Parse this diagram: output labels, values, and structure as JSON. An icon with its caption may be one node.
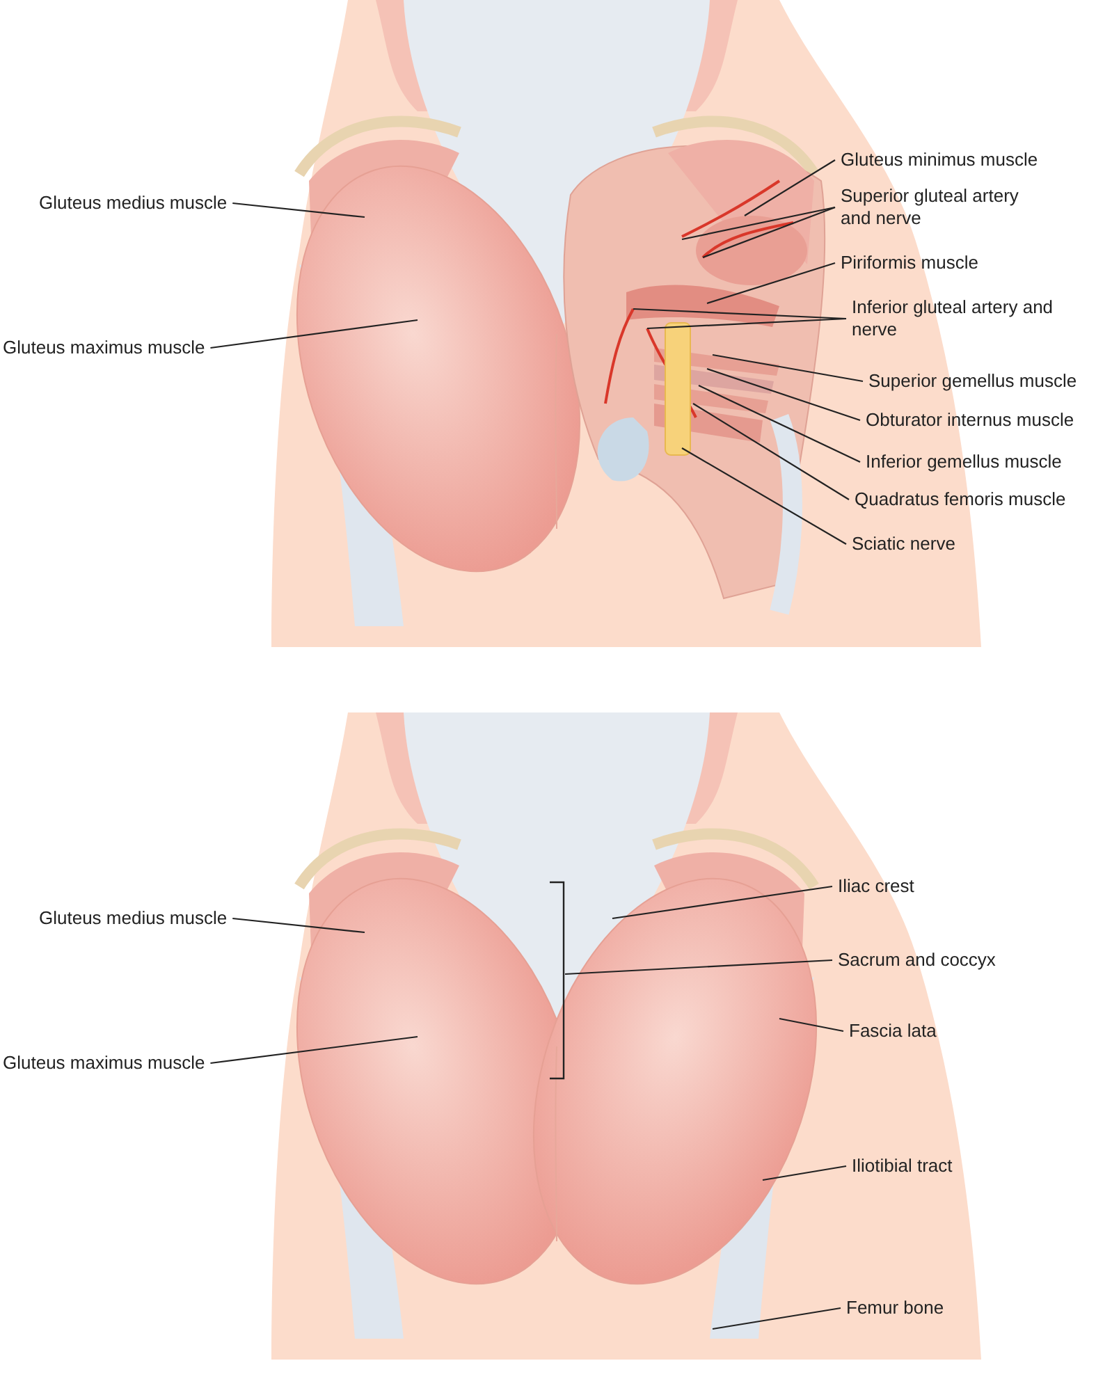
{
  "diagram": {
    "nodes": [
      {
        "text": [
          "Gluteus medius muscle"
        ]
      },
      {
        "text": [
          "Gluteus maximus muscle"
        ]
      },
      {
        "text": [
          "Gluteus minimus muscle"
        ]
      },
      {
        "text": [
          "Superior gluteal artery and nerve"
        ]
      },
      {
        "text": [
          "Piriformis muscle"
        ]
      },
      {
        "text": [
          "Inferior gluteal artery and nerve"
        ]
      },
      {
        "text": [
          "Superior gemellus muscle"
        ]
      },
      {
        "text": [
          "Obturator internus muscle"
        ]
      },
      {
        "text": [
          "Inferior gemellus muscle"
        ]
      },
      {
        "text": [
          "Quadratus femoris muscle"
        ]
      },
      {
        "text": [
          "Sciatic nerve"
        ]
      },
      {
        "text": [
          "Gluteus medius muscle"
        ]
      },
      {
        "text": [
          "Gluteus maximus muscle"
        ]
      },
      {
        "text": [
          "Iliac crest"
        ]
      },
      {
        "text": [
          "Sacrum and coccyx"
        ]
      },
      {
        "text": [
          "Fascia lata"
        ]
      },
      {
        "text": [
          "Iliotibial tract"
        ]
      },
      {
        "text": [
          "Femur bone"
        ]
      }
    ],
    "edges": [
      {
        "from": 0,
        "to": null,
        "arrow": "none"
      },
      {
        "from": 1,
        "to": null,
        "arrow": "none"
      },
      {
        "from": 2,
        "to": null,
        "arrow": "none"
      },
      {
        "from": 3,
        "to": null,
        "arrow": "none"
      },
      {
        "from": 3,
        "to": null,
        "arrow": "none"
      },
      {
        "from": 4,
        "to": null,
        "arrow": "none"
      },
      {
        "from": 5,
        "to": null,
        "arrow": "none"
      },
      {
        "from": 5,
        "to": null,
        "arrow": "none"
      },
      {
        "from": 6,
        "to": null,
        "arrow": "none"
      },
      {
        "from": 7,
        "to": null,
        "arrow": "none"
      },
      {
        "from": 8,
        "to": null,
        "arrow": "none"
      },
      {
        "from": 9,
        "to": null,
        "arrow": "none"
      },
      {
        "from": 10,
        "to": null,
        "arrow": "none"
      },
      {
        "from": 11,
        "to": null,
        "arrow": "none"
      },
      {
        "from": 12,
        "to": null,
        "arrow": "none"
      },
      {
        "from": 13,
        "to": null,
        "arrow": "none"
      },
      {
        "from": 14,
        "to": null,
        "arrow": "none"
      },
      {
        "from": 15,
        "to": null,
        "arrow": "none"
      },
      {
        "from": 16,
        "to": null,
        "arrow": "none"
      },
      {
        "from": 17,
        "to": null,
        "arrow": "none"
      }
    ]
  }
}
